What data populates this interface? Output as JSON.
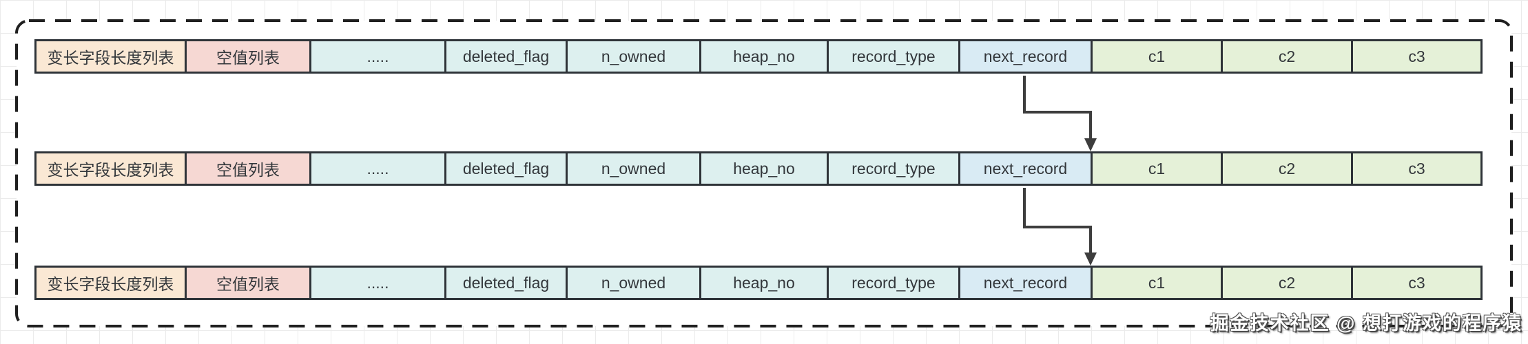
{
  "diagram": {
    "type": "record-structure-diagram",
    "outer_border": {
      "style": "dashed",
      "color": "#1f1f1f"
    },
    "row_border_color": "#2e3338",
    "arrow_color": "#3d3d3d",
    "columns": [
      {
        "id": "var-length-field-list",
        "label": "变长字段长度列表",
        "bg": "#fae8d4"
      },
      {
        "id": "null-value-list",
        "label": "空值列表",
        "bg": "#f6d8d3"
      },
      {
        "id": "ellipsis",
        "label": ".....",
        "bg": "#ddf0ef"
      },
      {
        "id": "deleted-flag",
        "label": "deleted_flag",
        "bg": "#ddf0ef"
      },
      {
        "id": "n-owned",
        "label": "n_owned",
        "bg": "#ddf0ef"
      },
      {
        "id": "heap-no",
        "label": "heap_no",
        "bg": "#ddf0ef"
      },
      {
        "id": "record-type",
        "label": "record_type",
        "bg": "#ddf0ef"
      },
      {
        "id": "next-record",
        "label": "next_record",
        "bg": "#d9ebf4"
      },
      {
        "id": "c1",
        "label": "c1",
        "bg": "#e5f1d8"
      },
      {
        "id": "c2",
        "label": "c2",
        "bg": "#e5f1d8"
      },
      {
        "id": "c3",
        "label": "c3",
        "bg": "#e5f1d8"
      }
    ],
    "records": [
      {
        "name": "record-1"
      },
      {
        "name": "record-2"
      },
      {
        "name": "record-3"
      }
    ],
    "arrows": [
      {
        "from": "record-1 next_record",
        "to": "record-2 start"
      },
      {
        "from": "record-2 next_record",
        "to": "record-3 start"
      }
    ]
  },
  "watermark": {
    "text": "掘金技术社区 @ 想打游戏的程序猿",
    "color": "#ffffff"
  }
}
